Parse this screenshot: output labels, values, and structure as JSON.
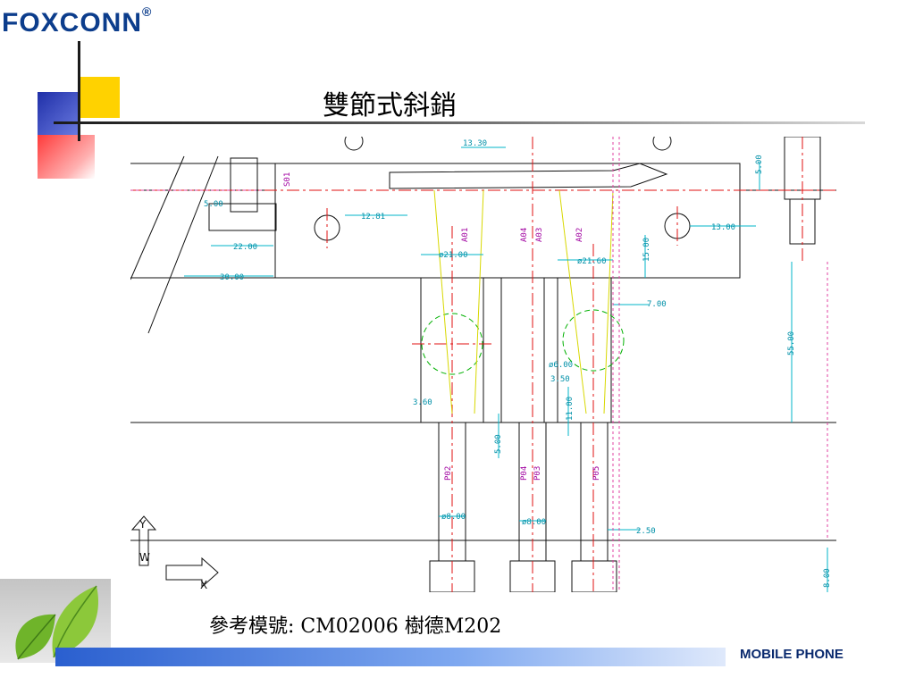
{
  "header": {
    "logo_text": "FOXCONN",
    "logo_mark": "®",
    "title": "雙節式斜銷"
  },
  "drawing": {
    "labels": {
      "d1": "13.30",
      "d2": "12.81",
      "d3": "5.00",
      "d4": "22.00",
      "d5": "30.00",
      "d6": "13.00",
      "d7": "15.00",
      "d8": "ø21.00",
      "d9": "ø21.60",
      "d10": "7.00",
      "d11": "55.00",
      "d12": "ø6.00",
      "d13": "3.50",
      "d14": "3.60",
      "d15": "11.00",
      "d16": "5.00",
      "d17": "ø8.00",
      "d18": "ø8.00",
      "d19": "2.50",
      "d20": "8.00",
      "d21": "5.00",
      "t1": "A01",
      "t2": "A04",
      "t3": "A03",
      "t4": "A02",
      "t5": "P02",
      "t6": "P04",
      "t7": "P03",
      "t8": "P05",
      "t9": "S01",
      "ax_y": "Y",
      "ax_w": "W",
      "ax_x": "X"
    },
    "colors": {
      "line": "#111111",
      "dim": "#00b4c8",
      "center": "#e01010",
      "insert": "#e0e000",
      "tag": "#c000c0",
      "hatch": "#00c000"
    }
  },
  "reference": "參考模號: CM02006  樹德M202",
  "footer": {
    "label": "MOBILE PHONE"
  }
}
